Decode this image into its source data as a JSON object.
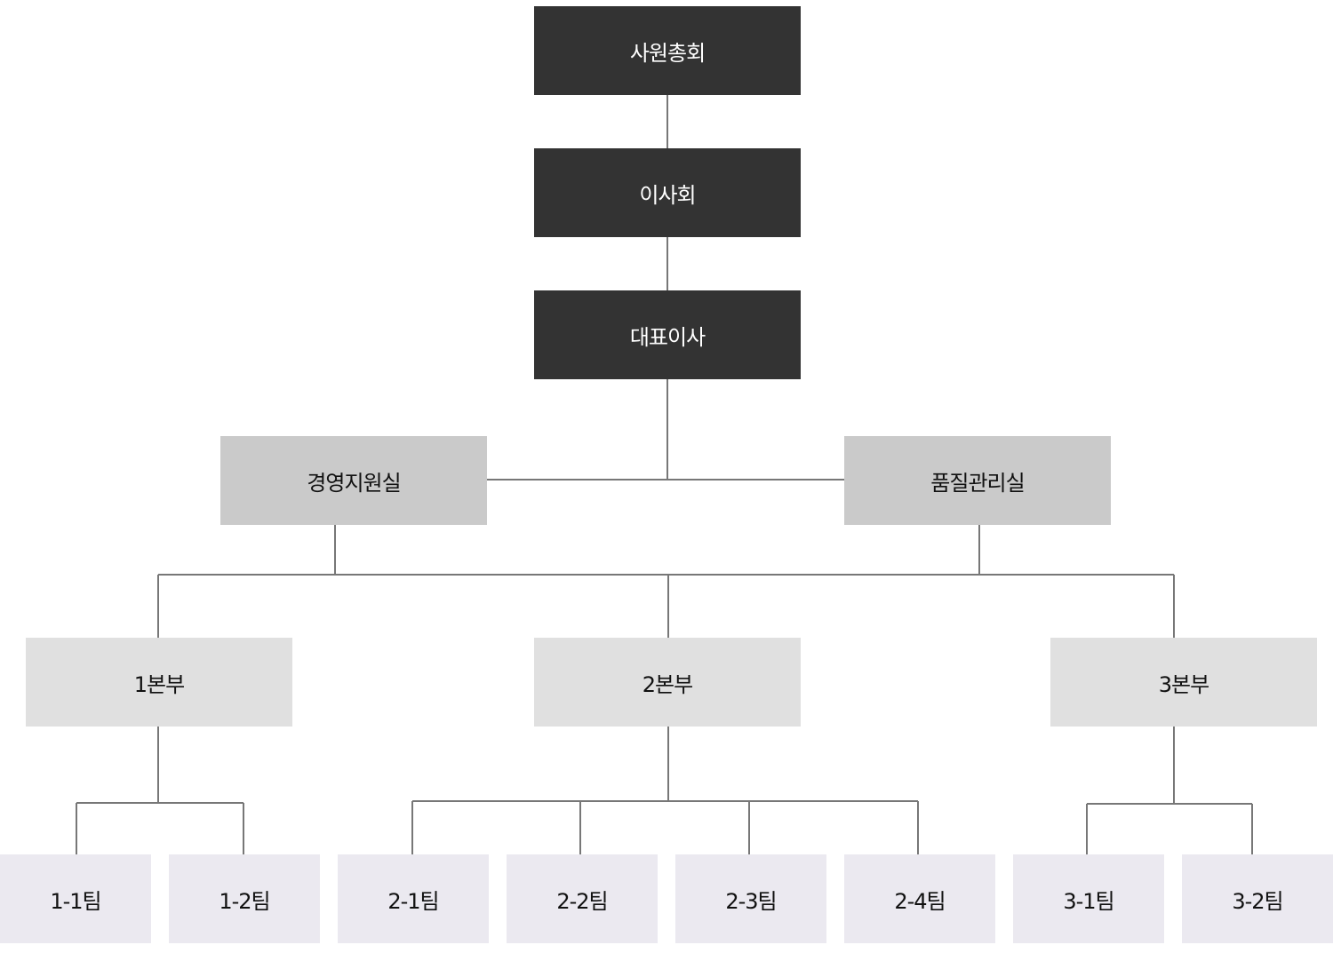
{
  "colors": {
    "top": "#333333",
    "office": "#cacaca",
    "division": "#e0e0e0",
    "team": "#ebe9f0",
    "line": "#777777"
  },
  "top": [
    "사원총회",
    "이사회",
    "대표이사"
  ],
  "offices": [
    "경영지원실",
    "품질관리실"
  ],
  "divisions": [
    "1본부",
    "2본부",
    "3본부"
  ],
  "teams": [
    "1-1팀",
    "1-2팀",
    "2-1팀",
    "2-2팀",
    "2-3팀",
    "2-4팀",
    "3-1팀",
    "3-2팀"
  ]
}
